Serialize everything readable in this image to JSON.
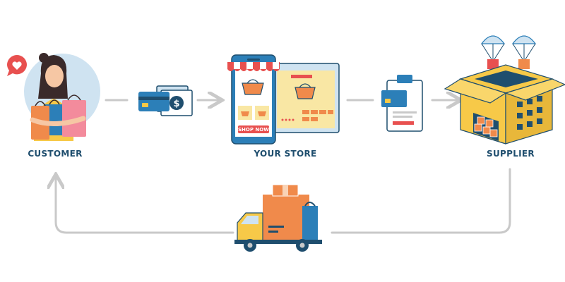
{
  "labels": {
    "customer": "CUSTOMER",
    "store": "YOUR STORE",
    "supplier": "SUPPLIER",
    "shop_now": "SHOP NOW",
    "dollar": "$"
  },
  "colors": {
    "navy": "#1f4e6e",
    "blue": "#2c7fb8",
    "orange": "#f08a4b",
    "yellow": "#f7c948",
    "light_blue": "#cfe3f1",
    "grey_line": "#c9c9c9",
    "red": "#e8504f"
  }
}
